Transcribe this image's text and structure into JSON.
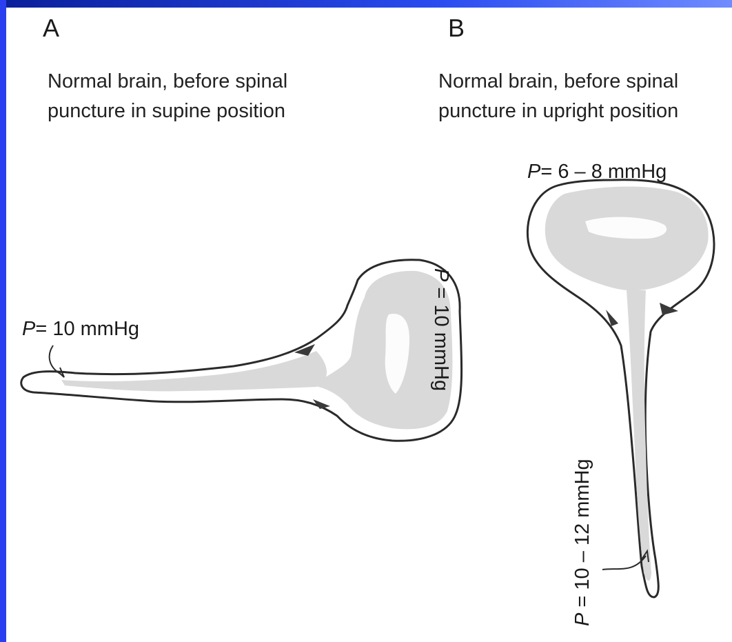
{
  "panels": [
    {
      "letter": "A",
      "caption_line1": "Normal brain, before spinal",
      "caption_line2": "puncture in supine position",
      "labels": [
        {
          "p": "P",
          "text": "= 10 mmHg"
        },
        {
          "p": "P",
          "text": " = 10 mmHg"
        }
      ]
    },
    {
      "letter": "B",
      "caption_line1": "Normal brain, before spinal",
      "caption_line2": "puncture in upright position",
      "labels": [
        {
          "p": "P",
          "text": "= 6 – 8 mmHg"
        },
        {
          "p": "P",
          "text": " = 10 – 12 mmHg"
        }
      ]
    }
  ],
  "colors": {
    "frame_border": "#1f3fe0",
    "tissue_fill": "#d9d9d9",
    "outline": "#2a2a2a"
  }
}
